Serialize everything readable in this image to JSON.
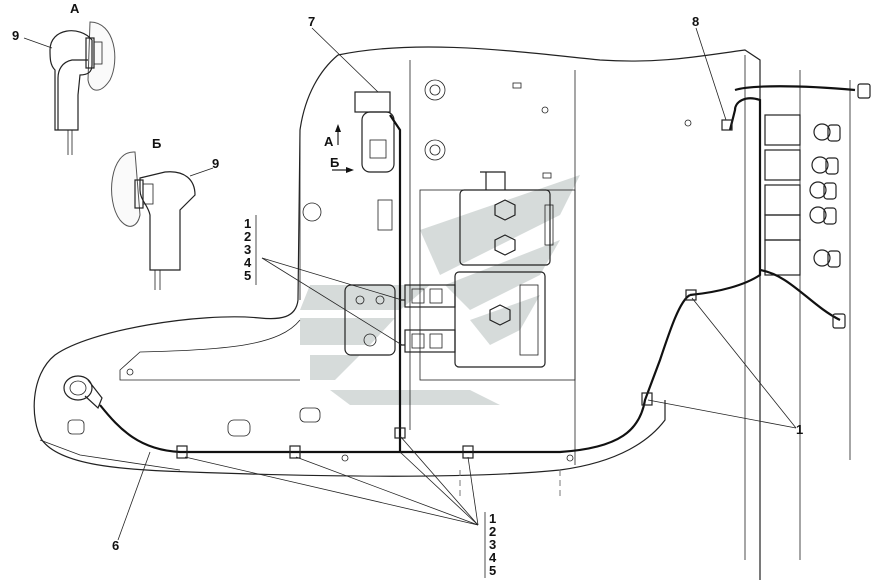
{
  "views": {
    "a_label": "А",
    "b_label": "Б",
    "a_arrow_label": "А",
    "b_arrow_label": "Б"
  },
  "callouts": {
    "c1": "1",
    "c6": "6",
    "c7": "7",
    "c8": "8",
    "c9_view_a": "9",
    "c9_view_b": "9"
  },
  "stack_upper": [
    "1",
    "2",
    "3",
    "4",
    "5"
  ],
  "stack_lower": [
    "1",
    "2",
    "3",
    "4",
    "5"
  ]
}
